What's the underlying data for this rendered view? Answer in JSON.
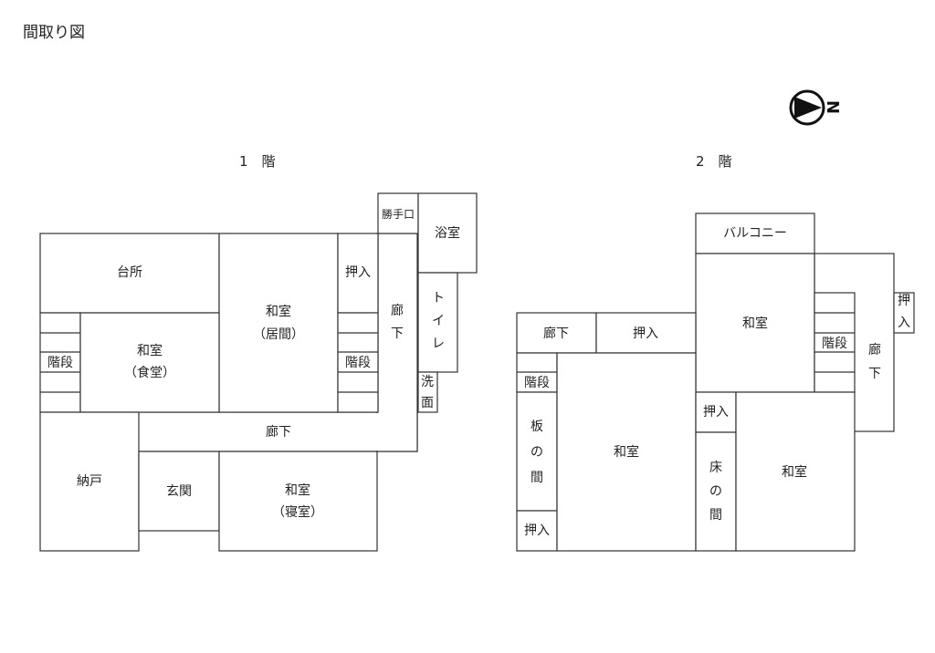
{
  "title": "間取り図",
  "compass": {
    "letter": "N"
  },
  "floor1": {
    "label": "1　階",
    "rooms": {
      "kitchen": "台所",
      "washitsu_living": "和室",
      "living_paren": "（居間）",
      "closet_a": "押入",
      "hall_v": "廊",
      "hall_v2": "下",
      "backdoor": "勝手口",
      "bath": "浴室",
      "toilet_1": "ト",
      "toilet_2": "イ",
      "toilet_3": "レ",
      "wash_1": "洗",
      "wash_2": "面",
      "stairs_left": "階段",
      "washitsu_dining": "和室",
      "dining_paren": "（食堂）",
      "stairs_mid": "階段",
      "hall_h": "廊下",
      "storage": "納戸",
      "entrance": "玄関",
      "washitsu_bed": "和室",
      "bed_paren": "（寝室）"
    }
  },
  "floor2": {
    "label": "2　階",
    "rooms": {
      "balcony": "バルコニー",
      "washitsu_top": "和室",
      "closet_right_1": "押",
      "closet_right_2": "入",
      "hall_right_1": "廊",
      "hall_right_2": "下",
      "stairs_right": "階段",
      "hall_left": "廊下",
      "closet_top": "押入",
      "stairs_left": "階段",
      "board_1": "板",
      "board_2": "の",
      "board_3": "間",
      "closet_bottom": "押入",
      "washitsu_center": "和室",
      "closet_small": "押入",
      "alcove_1": "床",
      "alcove_2": "の",
      "alcove_3": "間",
      "washitsu_right": "和室"
    }
  }
}
